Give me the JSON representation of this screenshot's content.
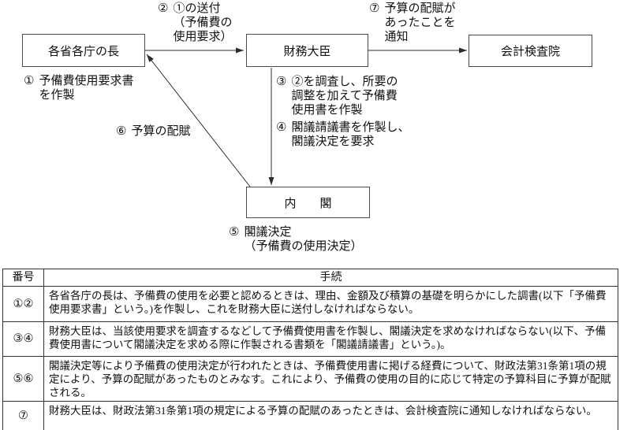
{
  "diagram": {
    "boxes": {
      "ministries": "各省各庁の長",
      "finance": "財務大臣",
      "audit": "会計検査院",
      "cabinet": "内　　閣"
    },
    "labels": {
      "l1": {
        "num": "①",
        "text": "予備費使用要求書\nを作製"
      },
      "l2": {
        "num": "②",
        "text": "①の送付\n（予備費の\n使用要求）"
      },
      "l3": {
        "num": "③",
        "text": "②を調査し、所要の\n調整を加えて予備費\n使用書を作製"
      },
      "l4": {
        "num": "④",
        "text": "閣議請議書を作製し、\n閣議決定を要求"
      },
      "l5": {
        "num": "⑤",
        "text": "閣議決定\n（予備費の使用決定）"
      },
      "l6": {
        "num": "⑥",
        "text": "予算の配賦"
      },
      "l7": {
        "num": "⑦",
        "text": "予算の配賦が\nあったことを\n通知"
      }
    }
  },
  "table": {
    "header": {
      "number": "番号",
      "procedure": "手続"
    },
    "rows": [
      {
        "num": "①②",
        "text": "各省各庁の長は、予備費の使用を必要と認めるときは、理由、金額及び積算の基礎を明らかにした調書(以下「予備費使用要求書」という。)を作製し、これを財務大臣に送付しなければならない。"
      },
      {
        "num": "③④",
        "text": "財務大臣は、当該使用要求を調査するなどして予備費使用書を作製し、閣議決定を求めなければならない(以下、予備費使用書について閣議決定を求める際に作製される書類を「閣議請議書」という。)。"
      },
      {
        "num": "⑤⑥",
        "text": "閣議決定等により予備費の使用決定が行われたときは、予備費使用書に掲げる経費について、財政法第31条第1項の規定により、予算の配賦があったものとみなす。これにより、予備費の使用の目的に応じて特定の予算科目に予算が配賦される。"
      },
      {
        "num": "⑦",
        "text": "財務大臣は、財政法第31条第1項の規定による予算の配賦のあったときは、会計検査院に通知しなければならない。"
      }
    ]
  },
  "colors": {
    "background": "#ffffff",
    "ink": "#111111",
    "line": "#2b2b2b"
  }
}
